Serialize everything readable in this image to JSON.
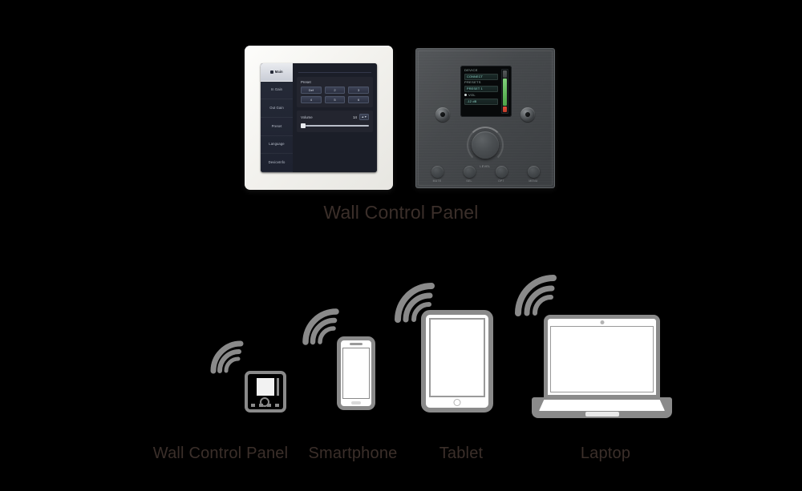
{
  "background_color": "#000000",
  "caption_color": "#3b2f2a",
  "top_section": {
    "caption": "Wall Control Panel",
    "white_panel": {
      "name": "white-wall-control-panel",
      "screen": {
        "menu": [
          {
            "label": "Main",
            "icon": "home-icon",
            "active": true
          },
          {
            "label": "In Gain",
            "active": false
          },
          {
            "label": "Out Gain",
            "active": false
          },
          {
            "label": "Preset",
            "active": false
          },
          {
            "label": "Language",
            "active": false
          },
          {
            "label": "DeviceInfo",
            "active": false
          }
        ],
        "preset_group": {
          "title": "Preset",
          "buttons": [
            "Def",
            "2",
            "3",
            "4",
            "5",
            "6"
          ]
        },
        "volume_group": {
          "label": "Volume",
          "value": "14",
          "stepper": "▲▼",
          "slider_position_percent": 4
        }
      }
    },
    "black_panel": {
      "name": "black-wall-control-panel",
      "lcd": {
        "rows": [
          {
            "label": "DEVICE",
            "value": "CONNECT"
          },
          {
            "label": "PRESETS",
            "value": "PRESET 1"
          },
          {
            "label": "VOL",
            "value": "-12 dB",
            "has_indicator": true
          }
        ],
        "meter": {
          "type": "vertical-level-meter",
          "green_percent": 70,
          "red_percent": 12
        }
      },
      "knob": {
        "label": "LEVEL"
      },
      "buttons": [
        {
          "label": "MUTE"
        },
        {
          "label": "SEL"
        },
        {
          "label": "OPT"
        },
        {
          "label": "MENU"
        }
      ],
      "screws": [
        "screw-left",
        "screw-right"
      ]
    }
  },
  "device_row": {
    "devices": [
      {
        "name": "wall-control-panel",
        "label": "Wall Control Panel",
        "wifi": true
      },
      {
        "name": "smartphone",
        "label": "Smartphone",
        "wifi": true
      },
      {
        "name": "tablet",
        "label": "Tablet",
        "wifi": true
      },
      {
        "name": "laptop",
        "label": "Laptop",
        "wifi": true
      }
    ]
  }
}
